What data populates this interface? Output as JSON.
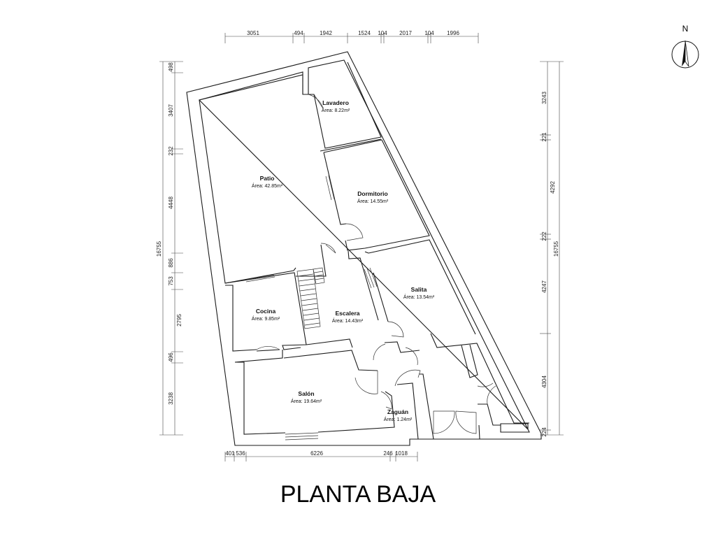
{
  "title": "PLANTA BAJA",
  "north_label": "N",
  "rooms": {
    "lavadero": {
      "name": "Lavadero",
      "area": "Área: 8.22m²"
    },
    "patio": {
      "name": "Patio",
      "area": "Área: 42.85m²"
    },
    "dormitorio": {
      "name": "Dormitorio",
      "area": "Área: 14.55m²"
    },
    "salita": {
      "name": "Salita",
      "area": "Área: 13.54m²"
    },
    "cocina": {
      "name": "Cocina",
      "area": "Área: 9.85m²"
    },
    "escalera": {
      "name": "Escalera",
      "area": "Área: 14.43m²"
    },
    "salon": {
      "name": "Salón",
      "area": "Área: 19.64m²"
    },
    "zaguan": {
      "name": "Zaguán",
      "area": "Área: 1.24m²"
    }
  },
  "dimensions": {
    "top": [
      "3051",
      "494",
      "1942",
      "1524",
      "104",
      "2017",
      "104",
      "1996"
    ],
    "bottom": [
      "401",
      "536",
      "6226",
      "246",
      "1018"
    ],
    "left": [
      "498",
      "3407",
      "232",
      "4448",
      "886",
      "753",
      "2795",
      "496",
      "3238"
    ],
    "left_total": "16755",
    "right": [
      "3243",
      "221",
      "4292",
      "222",
      "4247",
      "4304",
      "224"
    ],
    "right_total": "16755"
  }
}
